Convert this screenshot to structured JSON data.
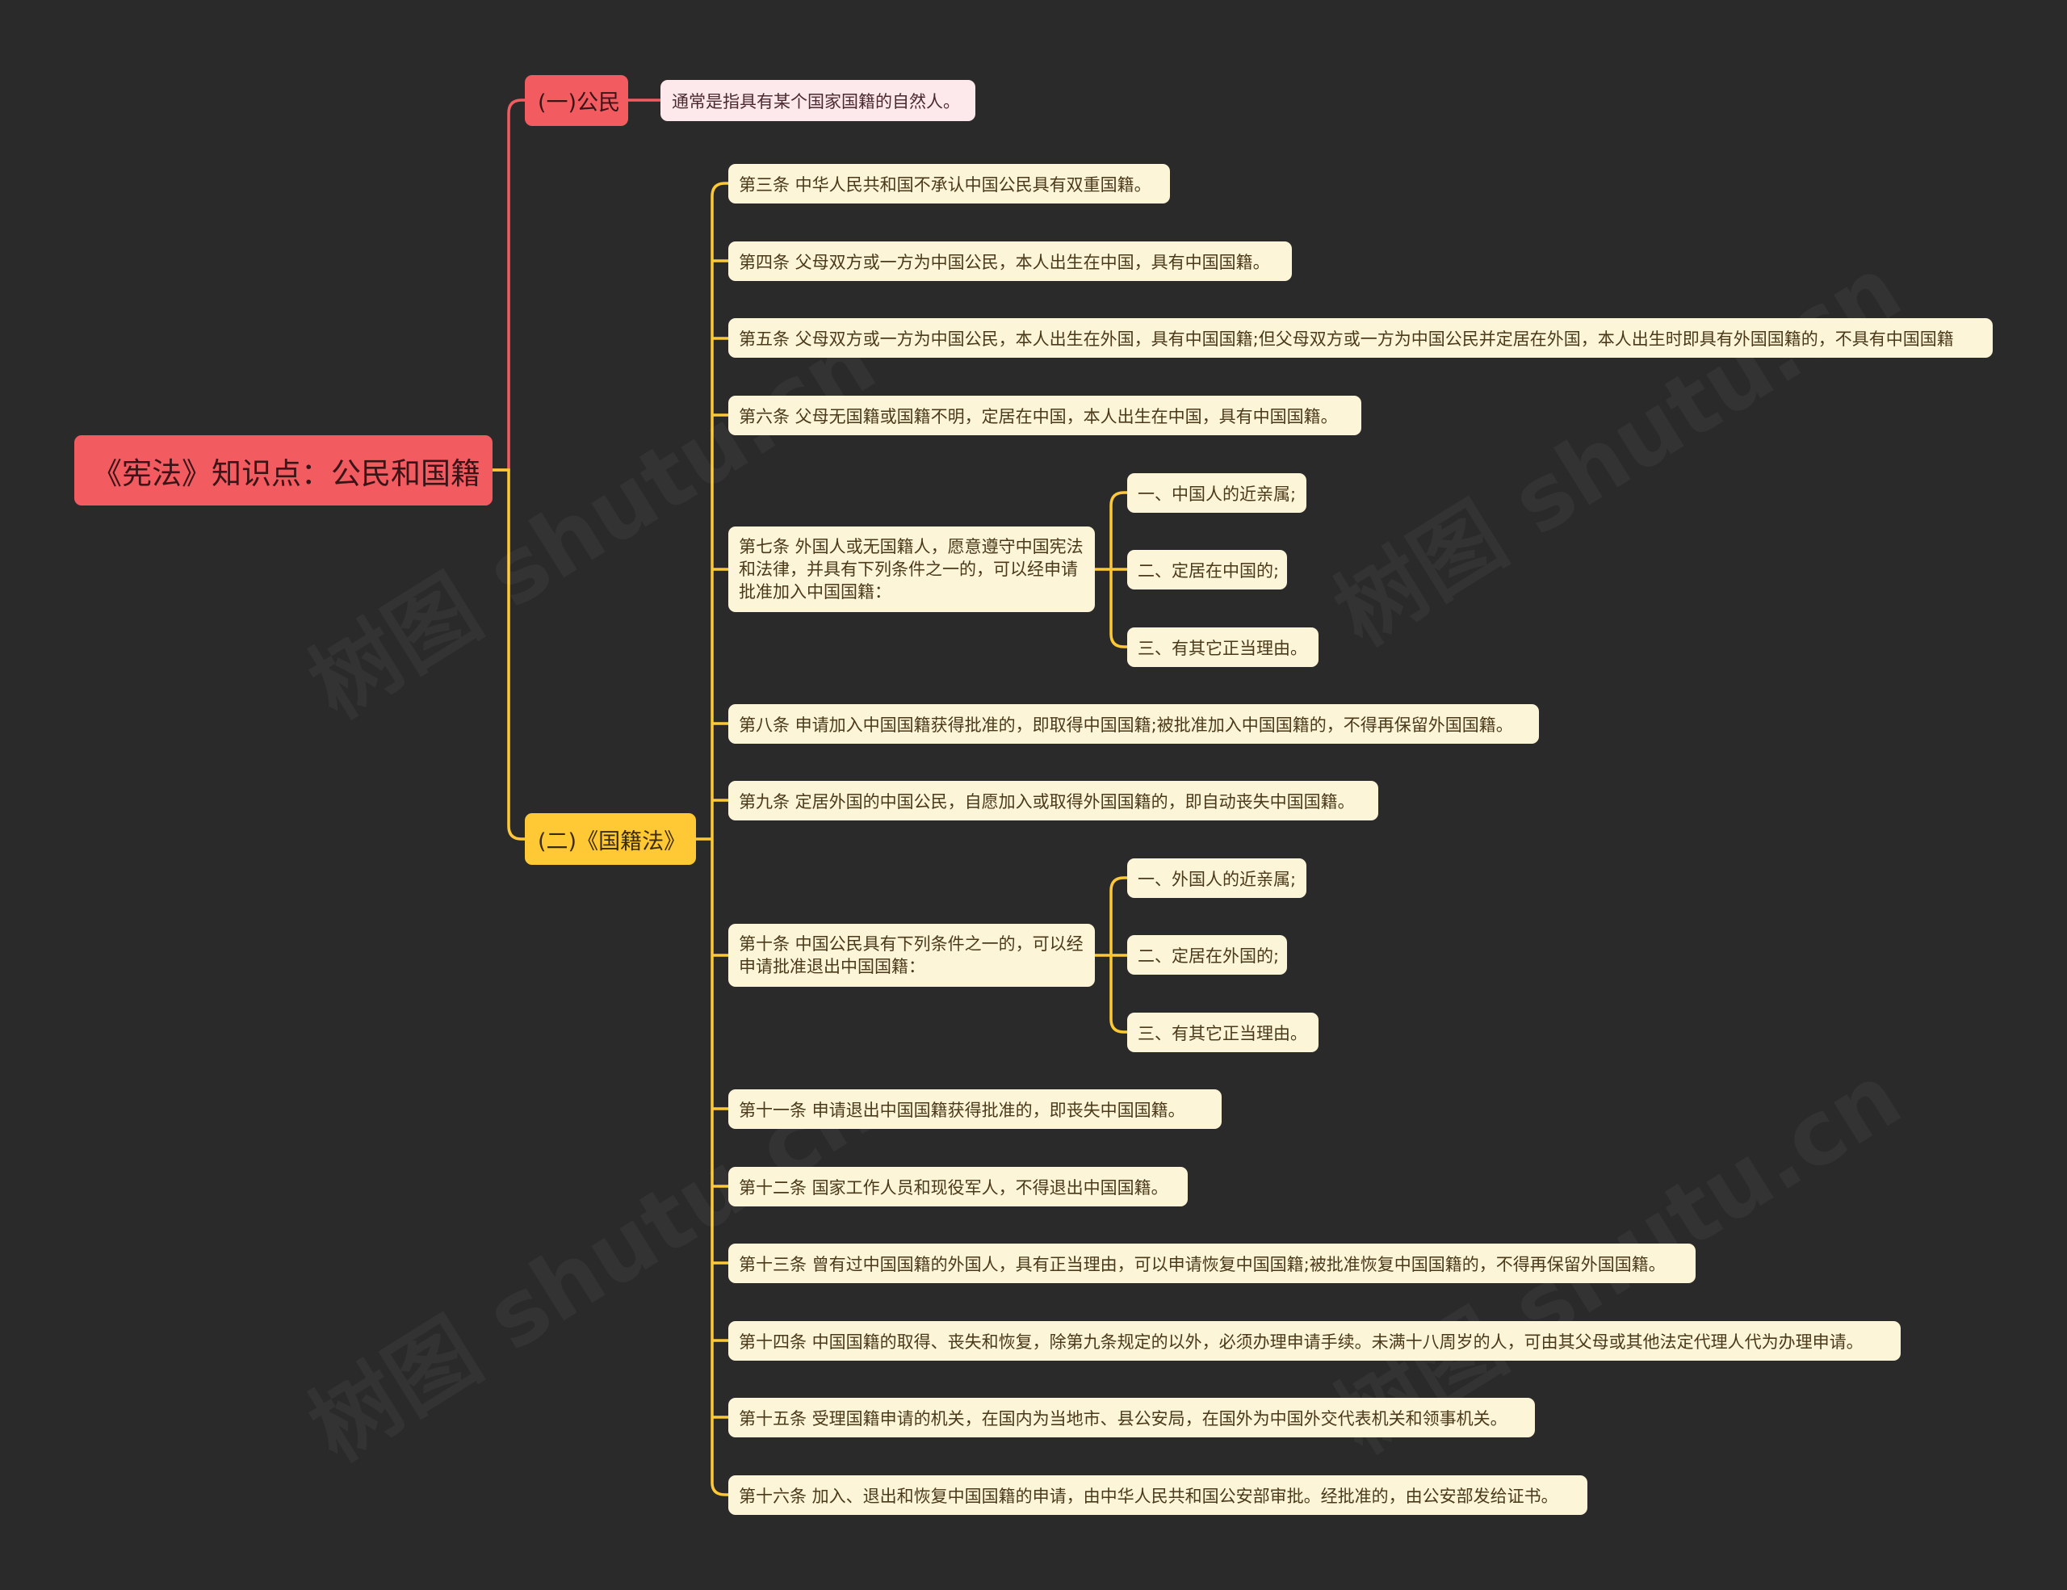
{
  "colors": {
    "background": "#2a2a2a",
    "root": "#f25c61",
    "branch_citizen": "#f25c61",
    "branch_nationality": "#ffc935",
    "line_red": "#f25c61",
    "line_yellow": "#ffc935",
    "leaf_pink": "#fde8ec",
    "leaf_cream": "#fdf5d8"
  },
  "root": {
    "label": "《宪法》知识点：公民和国籍"
  },
  "branches": [
    {
      "label": "(一)公民",
      "children": [
        {
          "label": "通常是指具有某个国家国籍的自然人。"
        }
      ]
    },
    {
      "label": "(二)《国籍法》",
      "children": [
        {
          "label": "第三条 中华人民共和国不承认中国公民具有双重国籍。"
        },
        {
          "label": "第四条 父母双方或一方为中国公民，本人出生在中国，具有中国国籍。"
        },
        {
          "label": "第五条 父母双方或一方为中国公民，本人出生在外国，具有中国国籍;但父母双方或一方为中国公民并定居在外国，本人出生时即具有外国国籍的，不具有中国国籍"
        },
        {
          "label": "第六条 父母无国籍或国籍不明，定居在中国，本人出生在中国，具有中国国籍。"
        },
        {
          "label": "第七条 外国人或无国籍人，愿意遵守中国宪法和法律，并具有下列条件之一的，可以经申请批准加入中国国籍：",
          "children": [
            {
              "label": "一、中国人的近亲属;"
            },
            {
              "label": "二、定居在中国的;"
            },
            {
              "label": "三、有其它正当理由。"
            }
          ]
        },
        {
          "label": "第八条 申请加入中国国籍获得批准的，即取得中国国籍;被批准加入中国国籍的，不得再保留外国国籍。"
        },
        {
          "label": "第九条 定居外国的中国公民，自愿加入或取得外国国籍的，即自动丧失中国国籍。"
        },
        {
          "label": "第十条 中国公民具有下列条件之一的，可以经申请批准退出中国国籍：",
          "children": [
            {
              "label": "一、外国人的近亲属;"
            },
            {
              "label": "二、定居在外国的;"
            },
            {
              "label": "三、有其它正当理由。"
            }
          ]
        },
        {
          "label": "第十一条 申请退出中国国籍获得批准的，即丧失中国国籍。"
        },
        {
          "label": "第十二条 国家工作人员和现役军人，不得退出中国国籍。"
        },
        {
          "label": "第十三条 曾有过中国国籍的外国人，具有正当理由，可以申请恢复中国国籍;被批准恢复中国国籍的，不得再保留外国国籍。"
        },
        {
          "label": "第十四条 中国国籍的取得、丧失和恢复，除第九条规定的以外，必须办理申请手续。未满十八周岁的人，可由其父母或其他法定代理人代为办理申请。"
        },
        {
          "label": "第十五条 受理国籍申请的机关，在国内为当地市、县公安局，在国外为中国外交代表机关和领事机关。"
        },
        {
          "label": "第十六条 加入、退出和恢复中国国籍的申请，由中华人民共和国公安部审批。经批准的，由公安部发给证书。"
        }
      ]
    }
  ]
}
